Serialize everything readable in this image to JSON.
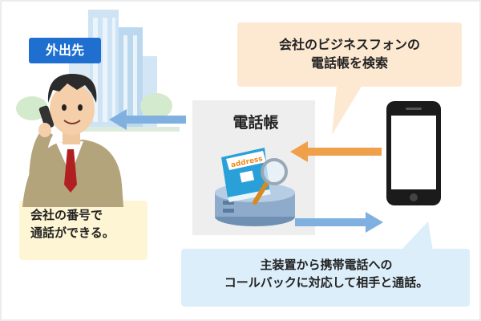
{
  "badges": {
    "outside": "外出先"
  },
  "callouts": {
    "search_line1": "会社のビジネスフォンの",
    "search_line2": "電話帳を検索",
    "company_line1": "会社の番号で",
    "company_line2": "通話ができる。",
    "callback_line1": "主装置から携帯電話への",
    "callback_line2": "コールバックに対応して相手と通話。"
  },
  "labels": {
    "phonebook": "電話帳",
    "book_cover": "address"
  },
  "colors": {
    "badge_blue": "#1e6fd0",
    "callout_peach": "#fde9d2",
    "callout_yellow": "#fdf5d3",
    "callout_lightblue": "#dbeefa",
    "arrow_orange": "#f0a04a",
    "arrow_blue": "#7fb0e0",
    "server_panel": "#eeeeee"
  },
  "icons": [
    "building-icon",
    "businessman-icon",
    "smartphone-icon",
    "address-book-icon",
    "magnifier-icon",
    "server-icon"
  ]
}
